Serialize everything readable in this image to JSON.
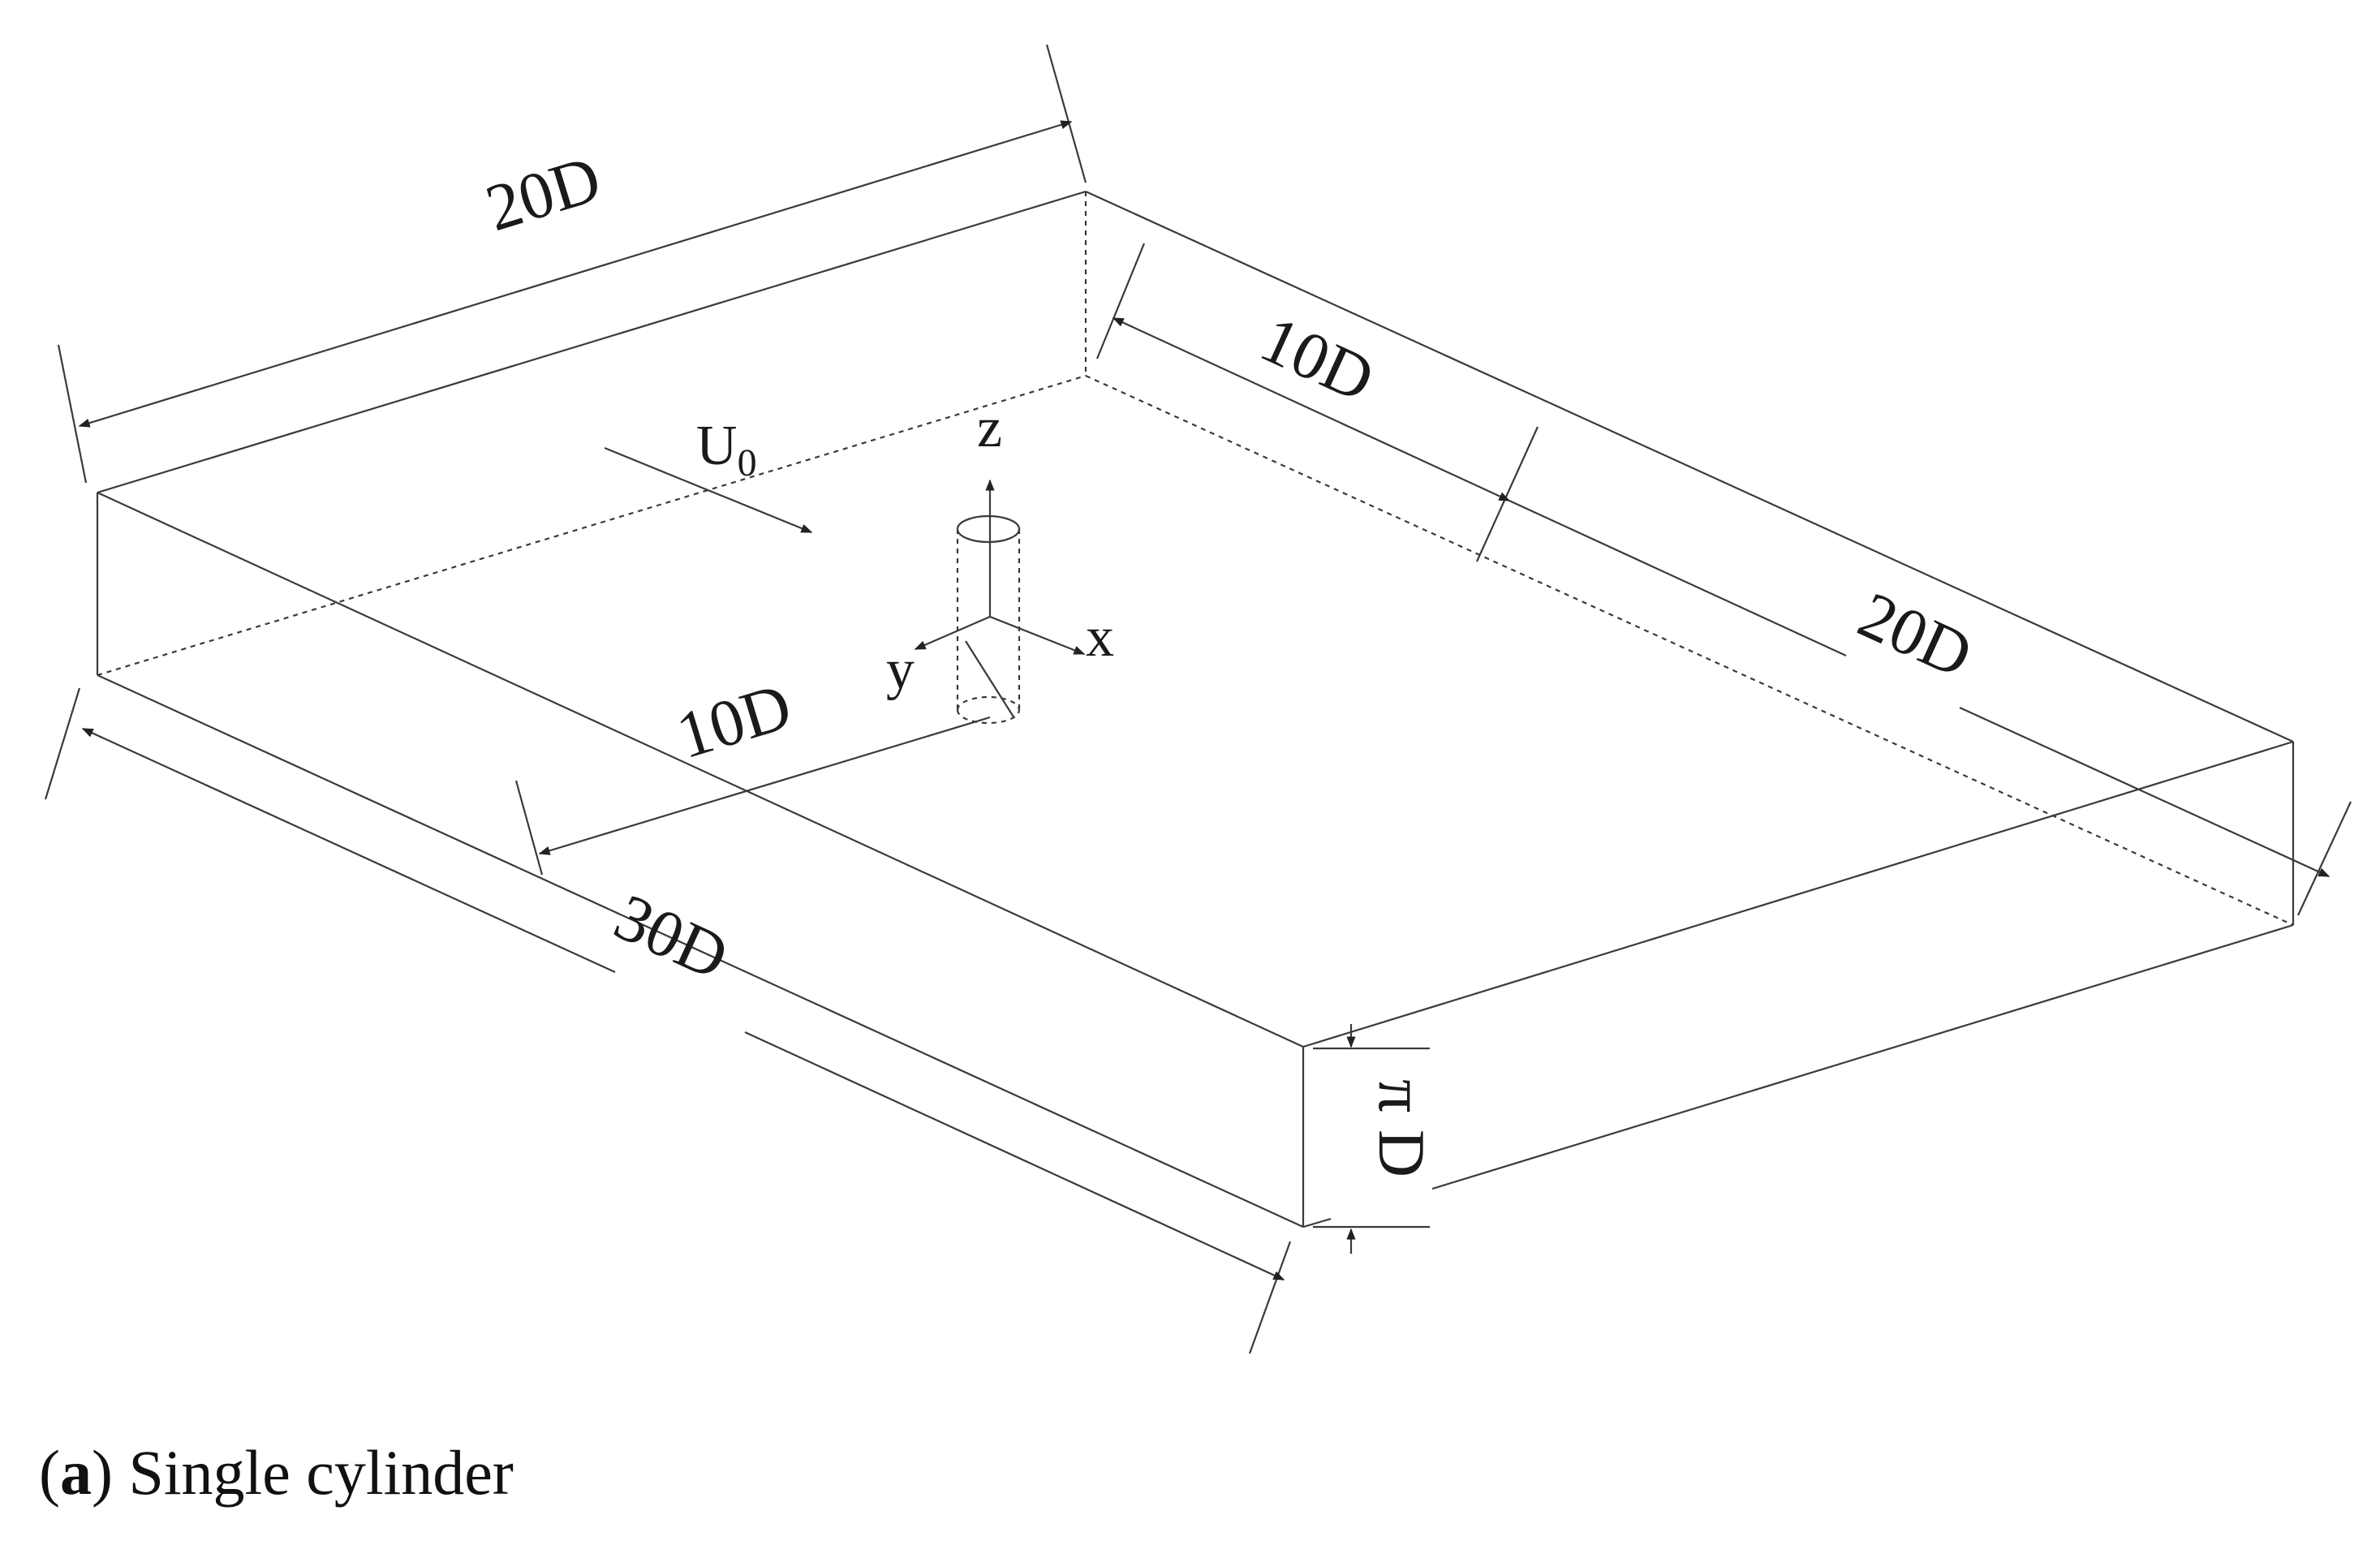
{
  "labels": {
    "top_width": "20D",
    "upstream": "10D",
    "downstream": "20D",
    "lateral_total": "30D",
    "lateral_half": "10D",
    "height": "π D",
    "velocity_main": "U",
    "velocity_sub": "0",
    "axis_x": "x",
    "axis_y": "y",
    "axis_z": "z"
  },
  "caption": {
    "open": "(",
    "letter": "a",
    "close": ")",
    "text": " Single cylinder"
  }
}
